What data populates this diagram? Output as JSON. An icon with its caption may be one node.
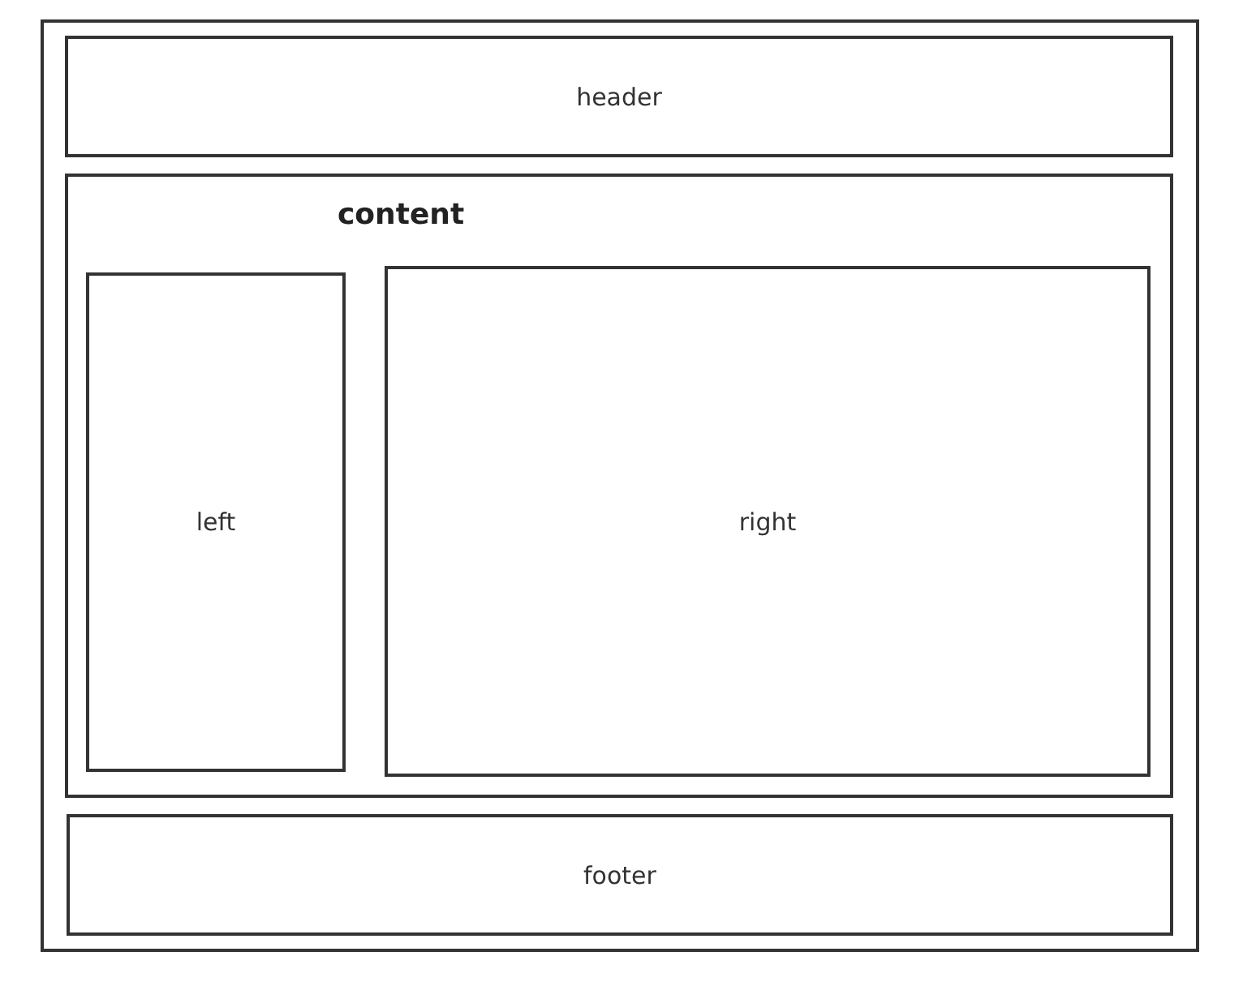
{
  "diagram": {
    "nodes": [
      {
        "text": [],
        "shape": "box"
      },
      {
        "text": [
          "header"
        ],
        "in": 0
      },
      {
        "text": [
          "content"
        ],
        "in": 0
      },
      {
        "text": [
          "left"
        ],
        "in": 2
      },
      {
        "text": [
          "right"
        ],
        "in": 2
      },
      {
        "text": [
          "footer"
        ],
        "in": 0
      }
    ]
  }
}
